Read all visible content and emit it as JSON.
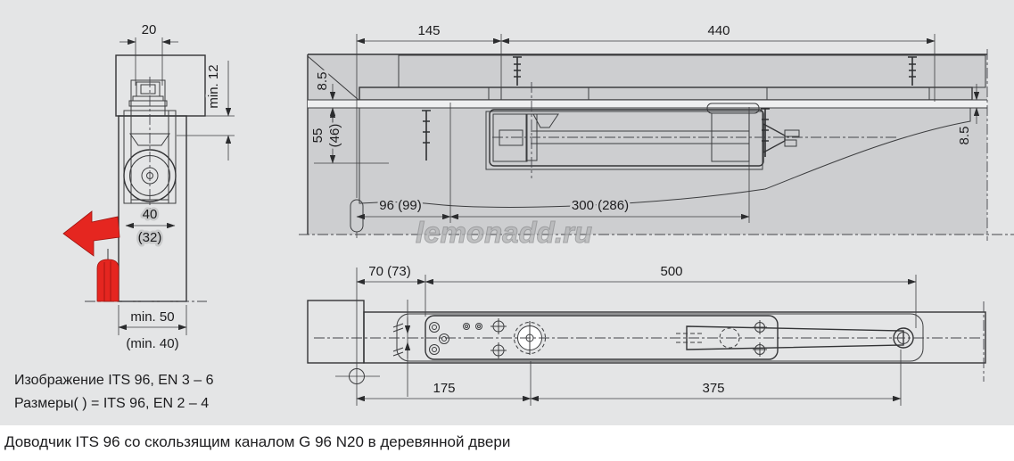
{
  "colors": {
    "background": "#e4e5e6",
    "wood_fill": "#c9cacb",
    "base_gray": "#cdced0",
    "line": "#3c3d3f",
    "accent_red": "#e52620",
    "watermark_gray": "#b4b5b7"
  },
  "watermark": "lemonadd.ru",
  "captions": {
    "view_note_line1": "Изображение ITS 96, EN 3 – 6",
    "view_note_line2": "Размеры( ) = ITS 96, EN 2 – 4",
    "figure_title": "Доводчик ITS 96 со скользящим каналом G 96 N20 в деревянной двери"
  },
  "section_view": {
    "channel_slot_width": "20",
    "frame_overlap": "min. 12",
    "body_slot_width": "40",
    "body_slot_width_alt": "(32)",
    "door_thickness": "min. 50",
    "door_thickness_alt": "(min. 40)"
  },
  "horizontal_section": {
    "hinge_side_offset": "145",
    "channel_length": "440",
    "gap_left": "8.5",
    "body_depth": "55",
    "body_depth_alt": "(46)",
    "gap_right": "8.5",
    "pivot_offset": "96 (99)",
    "body_length": "300 (286)"
  },
  "plan_view": {
    "edge_offset": "70 (73)",
    "plate_length": "500",
    "pivot_distance": "175",
    "arm_distance": "375"
  }
}
